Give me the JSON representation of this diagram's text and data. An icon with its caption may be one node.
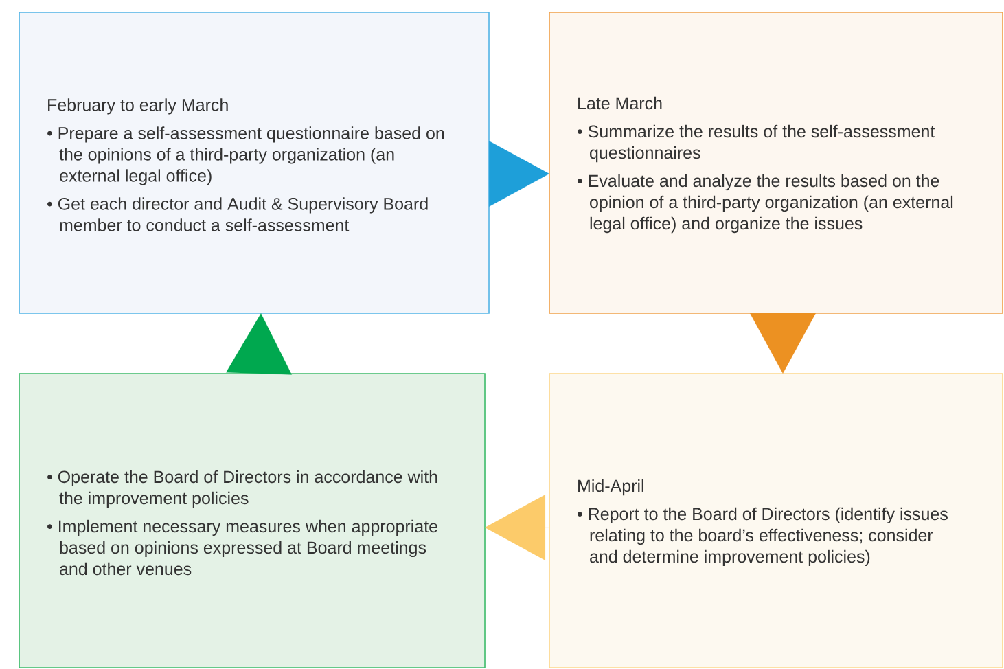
{
  "diagram": {
    "nodes": [
      {
        "text": [
          "February to early March",
          "• Prepare a self-assessment questionnaire based on the opinions of a third-party organization (an external legal office)",
          "• Get each director and Audit & Supervisory Board member to conduct a self-assessment"
        ]
      },
      {
        "text": [
          "Late March",
          "• Summarize the results of the self-assessment questionnaires",
          "• Evaluate and analyze the results based on the opinion of a third-party organization (an external legal office) and organize the issues"
        ]
      },
      {
        "text": [
          "• Operate the Board of Directors in accordance with the improvement policies",
          "• Implement necessary measures when appropriate based on opinions expressed at Board meetings and other venues"
        ]
      },
      {
        "text": [
          "Mid-April",
          "• Report to the Board of Directors (identify issues relating to the board’s effectiveness; consider and determine improvement policies)"
        ]
      }
    ],
    "edges": [
      {
        "from": 0,
        "to": 1,
        "arrow": "to",
        "color": "#1e9fd9"
      },
      {
        "from": 1,
        "to": 3,
        "arrow": "to",
        "color": "#ec9122"
      },
      {
        "from": 3,
        "to": 2,
        "arrow": "to",
        "color": "#fccb6a"
      },
      {
        "from": 2,
        "to": 0,
        "arrow": "to",
        "color": "#00a84f"
      }
    ]
  }
}
